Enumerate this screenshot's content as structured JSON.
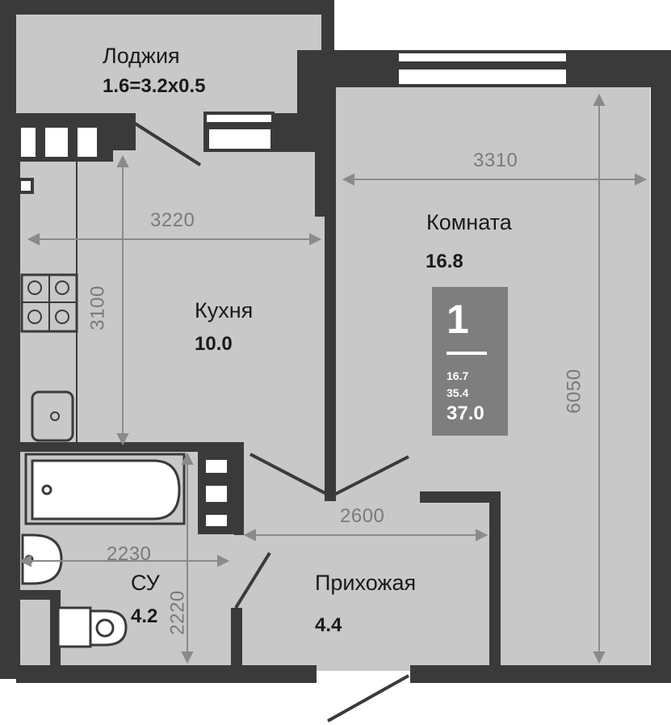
{
  "rooms": {
    "loggia": {
      "name": "Лоджия",
      "area": "1.6=3.2x0.5"
    },
    "room": {
      "name": "Комната",
      "area": "16.8"
    },
    "kitchen": {
      "name": "Кухня",
      "area": "10.0"
    },
    "bathroom": {
      "name": "СУ",
      "area": "4.2"
    },
    "hallway": {
      "name": "Прихожая",
      "area": "4.4"
    }
  },
  "dimensions": {
    "room_width": "3310",
    "room_length": "6050",
    "kitchen_width": "3220",
    "kitchen_length": "3100",
    "hallway_width": "2600",
    "bathroom_width": "2230",
    "bathroom_length": "2220"
  },
  "badge": {
    "rooms": "1",
    "living_area": "16.7",
    "area_without_loggia": "35.4",
    "total_area": "37.0"
  },
  "colors": {
    "wall": "#3a3a3a",
    "floor": "#c8c8c8",
    "badge": "#7e7e7e",
    "dimension": "#8a8a8a"
  }
}
